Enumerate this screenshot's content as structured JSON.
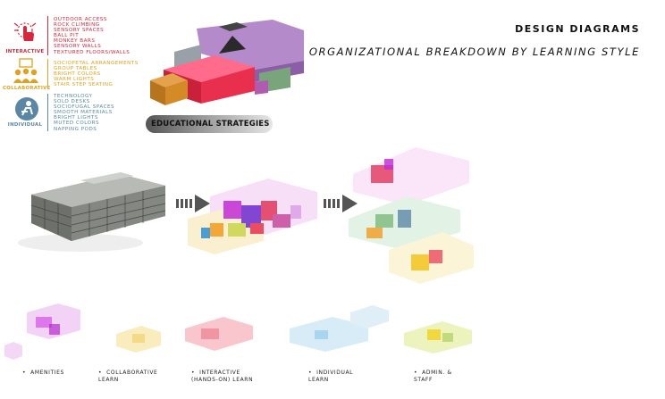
{
  "header": {
    "title": "DESIGN DIAGRAMS",
    "subtitle": "ORGANIZATIONAL BREAKDOWN BY LEARNING STYLE"
  },
  "legend": [
    {
      "label": "INTERACTIVE",
      "color": "#d7263d",
      "icon": "hand-pointer-icon",
      "items": [
        "OUTDOOR ACCESS",
        "ROCK CLIMBING",
        "SENSORY SPACES",
        "BALL PIT",
        "MONKEY BARS",
        "SENSORY WALLS",
        "TEXTURED FLOORS/WALLS"
      ]
    },
    {
      "label": "COLLABORATIVE",
      "color": "#e0a21e",
      "icon": "group-people-icon",
      "items": [
        "SOCIOPETAL ARRANGEMENTS",
        "GROUP TABLES",
        "BRIGHT COLORS",
        "WARM LIGHTS",
        "STAIR STEP SEATING"
      ]
    },
    {
      "label": "INDIVIDUAL",
      "color": "#5b87a6",
      "icon": "person-reading-icon",
      "items": [
        "TECHNOLOGY",
        "SOLO DESKS",
        "SOCIOFUGAL SPACES",
        "SMOOTH MATERIALS",
        "BRIGHT LIGHTS",
        "MUTED COLORS",
        "NAPPING PODS"
      ]
    }
  ],
  "strategies_label": "EDUCATIONAL STRATEGIES",
  "captions": [
    {
      "dot": "•",
      "line1": "AMENITIES",
      "line2": ""
    },
    {
      "dot": "•",
      "line1": "COLLABORATIVE",
      "line2": "LEARN"
    },
    {
      "dot": "•",
      "line1": "INTERACTIVE",
      "line2": "(HANDS-ON) LEARN"
    },
    {
      "dot": "•",
      "line1": "INDIVIDUAL",
      "line2": "LEARN"
    },
    {
      "dot": "•",
      "line1": "ADMIN. &",
      "line2": "STAFF"
    }
  ],
  "colors": {
    "interactive": "#d7263d",
    "collaborative": "#e0a21e",
    "individual": "#5b87a6",
    "amenities": "#d860e8",
    "admin": "#c9d44a",
    "building_gray": "#8f918c"
  }
}
